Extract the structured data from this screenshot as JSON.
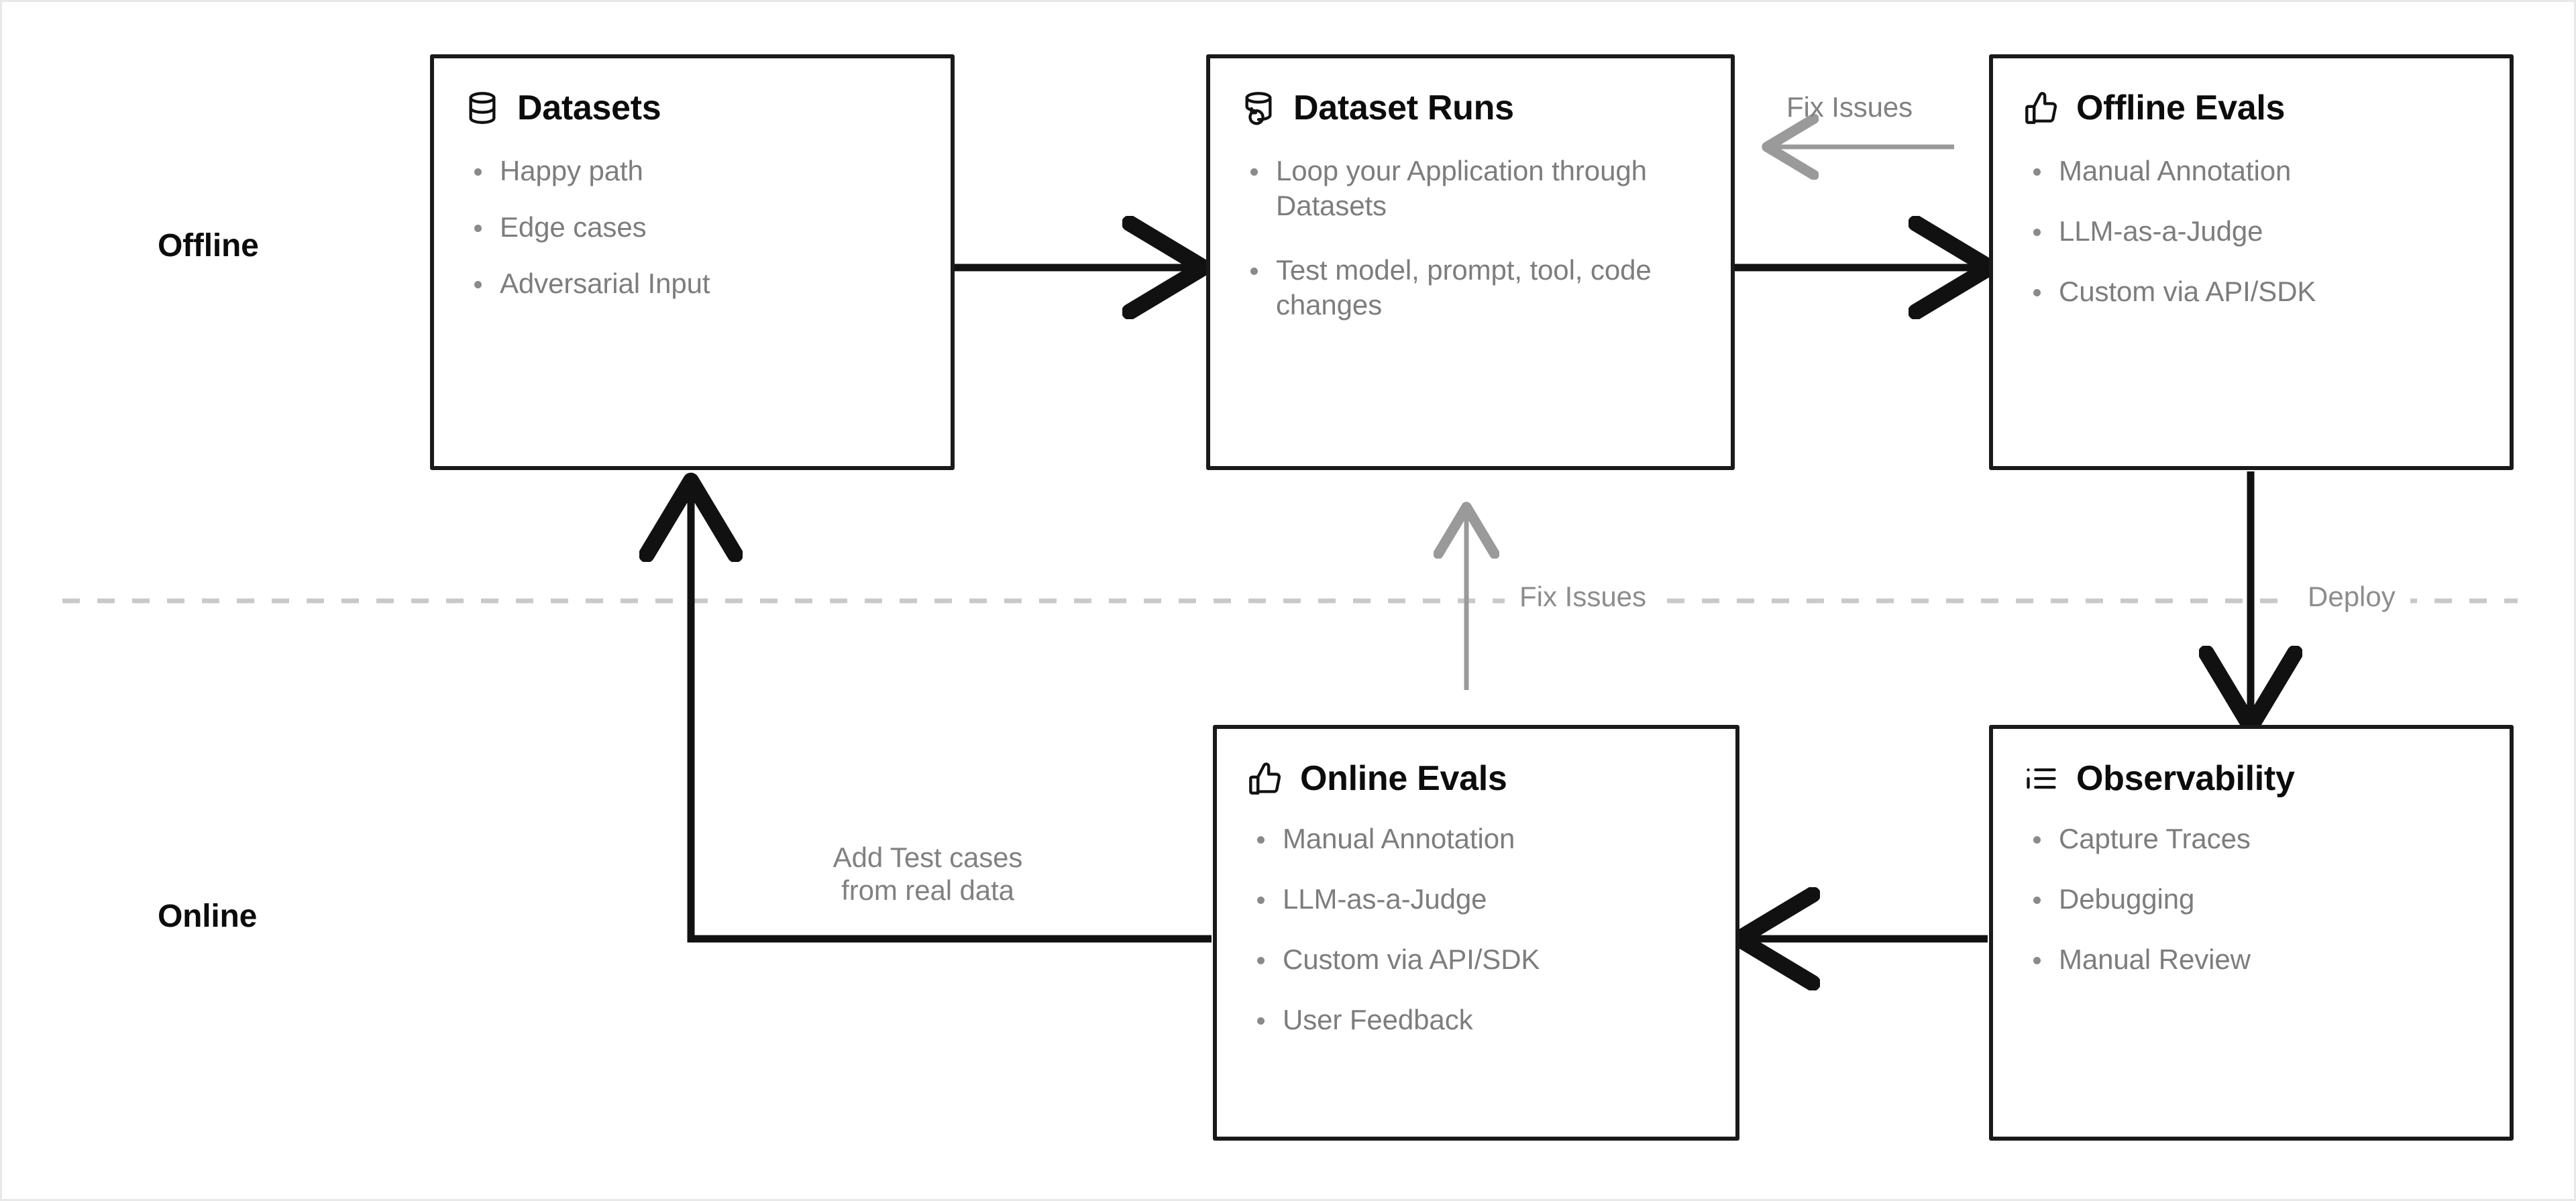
{
  "diagram": {
    "title": "LLM Application Evaluation Lifecycle",
    "colors": {
      "box_border": "#1a1a1a",
      "title_text": "#0c0c0c",
      "bullet_text": "#7d7d7d",
      "arrow_black": "#111111",
      "arrow_gray": "#9a9a9a",
      "divider_gray": "#c9c9c9",
      "frame": "#e8e8e8",
      "background": "#ffffff"
    },
    "lanes": [
      {
        "id": "offline",
        "label": "Offline"
      },
      {
        "id": "online",
        "label": "Online"
      }
    ],
    "nodes": [
      {
        "id": "datasets",
        "title": "Datasets",
        "icon": "database-icon",
        "bullets": [
          "Happy path",
          "Edge cases",
          "Adversarial Input"
        ]
      },
      {
        "id": "dataset-runs",
        "title": "Dataset Runs",
        "icon": "database-history-icon",
        "bullets": [
          "Loop your Application through Datasets",
          "Test model, prompt, tool, code changes"
        ]
      },
      {
        "id": "offline-evals",
        "title": "Offline Evals",
        "icon": "thumbs-up-icon",
        "bullets": [
          "Manual Annotation",
          "LLM-as-a-Judge",
          "Custom via API/SDK"
        ]
      },
      {
        "id": "online-evals",
        "title": "Online Evals",
        "icon": "thumbs-up-icon",
        "bullets": [
          "Manual Annotation",
          "LLM-as-a-Judge",
          "Custom via API/SDK",
          "User Feedback"
        ]
      },
      {
        "id": "observability",
        "title": "Observability",
        "icon": "list-indent-icon",
        "bullets": [
          "Capture Traces",
          "Debugging",
          "Manual Review"
        ]
      }
    ],
    "edges": [
      {
        "id": "datasets-to-runs",
        "label": "",
        "style": "solid-black"
      },
      {
        "id": "runs-to-offline-evals",
        "label": "",
        "style": "solid-black"
      },
      {
        "id": "offline-evals-to-runs",
        "label": "Fix Issues",
        "style": "solid-gray"
      },
      {
        "id": "offline-evals-to-observability",
        "label": "Deploy",
        "style": "solid-black"
      },
      {
        "id": "observability-to-online-evals",
        "label": "",
        "style": "solid-black"
      },
      {
        "id": "online-evals-to-runs",
        "label": "Fix Issues",
        "style": "solid-gray"
      },
      {
        "id": "online-evals-to-datasets",
        "label": "Add Test cases\nfrom real data",
        "style": "solid-black"
      }
    ],
    "edge_labels": {
      "fix_issues_top": "Fix Issues",
      "fix_issues_divider": "Fix Issues",
      "deploy": "Deploy",
      "add_test_cases_line1": "Add Test cases",
      "add_test_cases_line2": "from real data"
    }
  }
}
